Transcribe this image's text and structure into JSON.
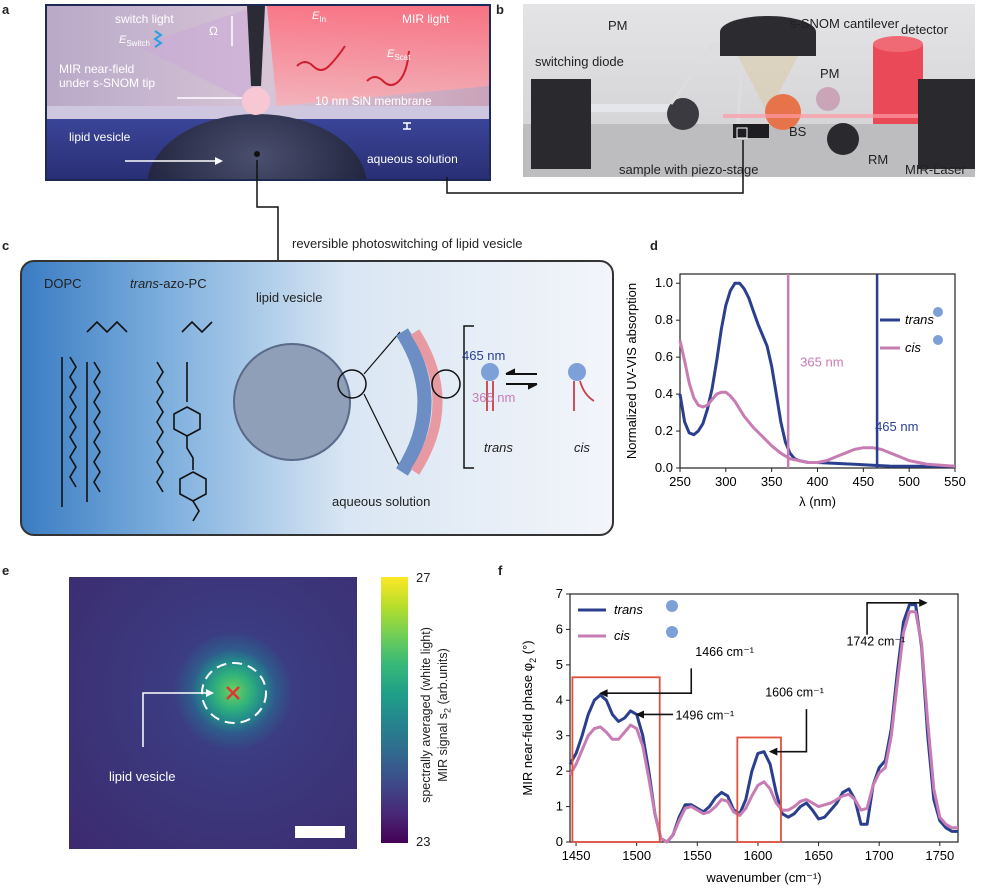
{
  "panel_labels": {
    "a": "a",
    "b": "b",
    "c": "c",
    "d": "d",
    "e": "e",
    "f": "f"
  },
  "panel_a": {
    "switch_light": "switch light",
    "e_switch": "E",
    "e_switch_sub": "Switch",
    "omega": "Ω",
    "e_in": "E",
    "e_in_sub": "In",
    "mir_light": "MIR light",
    "e_scat": "E",
    "e_scat_sub": "Scat",
    "mir_nearfield_1": "MIR near-field",
    "mir_nearfield_2": "under s-SNOM tip",
    "membrane": "10 nm SiN membrane",
    "lipid_vesicle": "lipid vesicle",
    "aqueous": "aqueous solution"
  },
  "panel_b": {
    "pm1": "PM",
    "cantilever": "s-SNOM cantilever",
    "detector": "detector",
    "switching_diode": "switching diode",
    "pm2": "PM",
    "bs": "BS",
    "rm": "RM",
    "sample": "sample with piezo-stage",
    "mir_laser": "MIR-Laser"
  },
  "panel_c": {
    "title": "reversible photoswitching of lipid vesicle",
    "dopc": "DOPC",
    "trans_azo_italic": "trans",
    "trans_azo_rest": "-azo-PC",
    "lipid_vesicle": "lipid vesicle",
    "aqueous": "aqueous solution",
    "nm465": "465 nm",
    "nm365": "365 nm",
    "trans": "trans",
    "cis": "cis"
  },
  "panel_e": {
    "lipid_vesicle": "lipid vesicle",
    "cbar_top": "27",
    "cbar_bottom": "23",
    "cbar_label_1": "spectrally averaged (white light)",
    "cbar_label_2": "MIR signal s",
    "cbar_label_2_sub": "2",
    "cbar_label_2_end": " (arb.units)"
  },
  "chart_data": [
    {
      "id": "d",
      "type": "line",
      "ylabel": "Normalized UV-VIS absorption",
      "xlabel": "λ (nm)",
      "xlim": [
        250,
        550
      ],
      "ylim": [
        0,
        1.05
      ],
      "xticks": [
        "250",
        "300",
        "350",
        "400",
        "450",
        "500",
        "550"
      ],
      "yticks": [
        "0.0",
        "0.2",
        "0.4",
        "0.6",
        "0.8",
        "1.0"
      ],
      "legend_position": "top-right",
      "series": [
        {
          "name": "trans",
          "color": "#2b3f8f",
          "x": [
            250,
            255,
            260,
            265,
            270,
            275,
            280,
            285,
            290,
            295,
            300,
            305,
            310,
            315,
            320,
            325,
            330,
            335,
            340,
            345,
            350,
            355,
            360,
            365,
            370,
            375,
            380,
            390,
            400,
            420,
            440,
            460,
            480,
            500,
            520,
            550
          ],
          "y": [
            0.4,
            0.25,
            0.19,
            0.18,
            0.2,
            0.24,
            0.32,
            0.43,
            0.58,
            0.75,
            0.88,
            0.96,
            1.0,
            1.0,
            0.97,
            0.92,
            0.85,
            0.78,
            0.72,
            0.66,
            0.55,
            0.4,
            0.25,
            0.14,
            0.08,
            0.05,
            0.04,
            0.03,
            0.03,
            0.025,
            0.02,
            0.015,
            0.01,
            0.01,
            0.01,
            0.01
          ]
        },
        {
          "name": "cis",
          "color": "#c77cb3",
          "x": [
            250,
            255,
            260,
            265,
            270,
            275,
            280,
            285,
            290,
            295,
            300,
            305,
            310,
            315,
            320,
            330,
            340,
            350,
            360,
            370,
            380,
            390,
            400,
            410,
            420,
            430,
            440,
            450,
            460,
            470,
            480,
            490,
            500,
            520,
            550
          ],
          "y": [
            0.69,
            0.58,
            0.46,
            0.38,
            0.34,
            0.33,
            0.34,
            0.37,
            0.4,
            0.41,
            0.41,
            0.39,
            0.36,
            0.32,
            0.28,
            0.22,
            0.17,
            0.12,
            0.08,
            0.05,
            0.04,
            0.03,
            0.03,
            0.04,
            0.06,
            0.08,
            0.1,
            0.11,
            0.11,
            0.1,
            0.08,
            0.06,
            0.04,
            0.02,
            0.01
          ]
        }
      ],
      "annotations": [
        {
          "x": 368,
          "label": "365 nm",
          "color": "#c77cb3"
        },
        {
          "x": 465,
          "label": "465 nm",
          "color": "#2b3f8f"
        }
      ]
    },
    {
      "id": "f",
      "type": "line",
      "ylabel": "MIR near-field phase φ",
      "ylabel_sub": "2",
      "ylabel_unit": " (°)",
      "xlabel": "wavenumber (cm⁻¹)",
      "xlim": [
        1445,
        1765
      ],
      "ylim": [
        0,
        7
      ],
      "xticks": [
        "1450",
        "1500",
        "1550",
        "1600",
        "1650",
        "1700",
        "1750"
      ],
      "yticks": [
        "0",
        "1",
        "2",
        "3",
        "4",
        "5",
        "6",
        "7"
      ],
      "legend_position": "top-left",
      "series": [
        {
          "name": "trans",
          "color": "#2b3f8f",
          "x": [
            1445,
            1450,
            1455,
            1460,
            1465,
            1470,
            1475,
            1480,
            1485,
            1490,
            1495,
            1500,
            1505,
            1510,
            1515,
            1520,
            1525,
            1530,
            1535,
            1540,
            1545,
            1550,
            1555,
            1560,
            1565,
            1570,
            1575,
            1580,
            1585,
            1590,
            1595,
            1600,
            1605,
            1610,
            1615,
            1620,
            1625,
            1630,
            1635,
            1640,
            1645,
            1650,
            1655,
            1660,
            1665,
            1670,
            1675,
            1680,
            1685,
            1690,
            1695,
            1700,
            1705,
            1710,
            1715,
            1720,
            1725,
            1730,
            1735,
            1740,
            1745,
            1750,
            1755,
            1760,
            1765
          ],
          "y": [
            2.2,
            2.5,
            3.0,
            3.6,
            4.0,
            4.15,
            4.0,
            3.6,
            3.4,
            3.5,
            3.7,
            3.6,
            3.0,
            2.0,
            0.8,
            0.1,
            0.0,
            0.2,
            0.7,
            1.05,
            1.05,
            0.95,
            0.85,
            1.0,
            1.25,
            1.4,
            1.3,
            0.9,
            0.8,
            1.2,
            2.0,
            2.5,
            2.55,
            2.2,
            1.4,
            0.8,
            0.7,
            0.8,
            1.0,
            1.1,
            0.9,
            0.65,
            0.7,
            0.9,
            1.1,
            1.4,
            1.5,
            1.2,
            0.5,
            0.5,
            1.6,
            2.1,
            2.3,
            3.2,
            4.8,
            6.2,
            6.7,
            6.7,
            5.5,
            3.0,
            1.2,
            0.6,
            0.4,
            0.3,
            0.3
          ]
        },
        {
          "name": "cis",
          "color": "#c77cb3",
          "x": [
            1445,
            1450,
            1455,
            1460,
            1465,
            1470,
            1475,
            1480,
            1485,
            1490,
            1495,
            1500,
            1505,
            1510,
            1515,
            1520,
            1525,
            1530,
            1535,
            1540,
            1545,
            1550,
            1555,
            1560,
            1565,
            1570,
            1575,
            1580,
            1585,
            1590,
            1595,
            1600,
            1605,
            1610,
            1615,
            1620,
            1625,
            1630,
            1635,
            1640,
            1645,
            1650,
            1655,
            1660,
            1665,
            1670,
            1675,
            1680,
            1685,
            1690,
            1695,
            1700,
            1705,
            1710,
            1715,
            1720,
            1725,
            1730,
            1735,
            1740,
            1745,
            1750,
            1755,
            1760,
            1765
          ],
          "y": [
            1.9,
            2.2,
            2.6,
            3.0,
            3.2,
            3.25,
            3.1,
            2.9,
            2.9,
            3.1,
            3.3,
            3.2,
            2.7,
            1.8,
            0.8,
            0.1,
            0.0,
            0.2,
            0.6,
            0.95,
            1.0,
            0.9,
            0.8,
            0.85,
            1.0,
            1.2,
            1.15,
            0.85,
            0.75,
            0.95,
            1.3,
            1.6,
            1.7,
            1.5,
            1.1,
            0.9,
            0.9,
            1.0,
            1.15,
            1.2,
            1.1,
            1.0,
            1.05,
            1.1,
            1.2,
            1.3,
            1.35,
            1.2,
            0.9,
            0.95,
            1.6,
            1.95,
            2.1,
            3.0,
            4.5,
            5.9,
            6.5,
            6.5,
            5.6,
            3.4,
            1.5,
            0.7,
            0.5,
            0.4,
            0.4
          ]
        }
      ],
      "annotations": [
        {
          "label": "1466 cm⁻¹"
        },
        {
          "label": "1496 cm⁻¹"
        },
        {
          "label": "1606 cm⁻¹"
        },
        {
          "label": "1742 cm⁻¹"
        }
      ]
    }
  ],
  "colors": {
    "trans": "#2b3f8f",
    "cis": "#c77cb3",
    "box": "#e0523f"
  }
}
